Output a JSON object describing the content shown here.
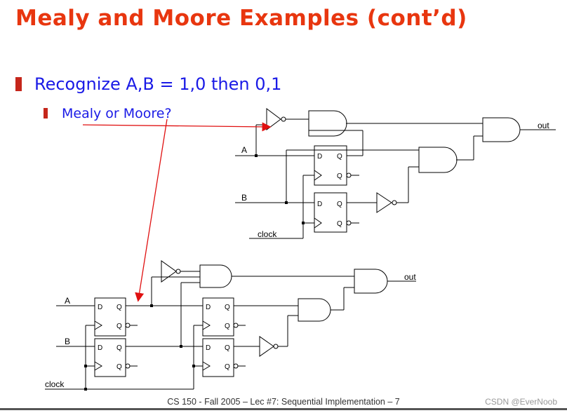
{
  "title": "Mealy and Moore Examples (cont’d)",
  "bullet1": "Recognize A,B = 1,0 then 0,1",
  "bullet2": "Mealy or Moore?",
  "labels": {
    "A": "A",
    "B": "B",
    "clock": "clock",
    "out": "out",
    "D": "D",
    "Q": "Q"
  },
  "footer": "CS 150 - Fall  2005 – Lec #7: Sequential Implementation – 7",
  "watermark": "CSDN @EverNoob",
  "colors": {
    "title": "#e8360f",
    "bullet_text": "#1a1ae6",
    "bullet_marker": "#c5261b",
    "annotation": "#e01010"
  }
}
